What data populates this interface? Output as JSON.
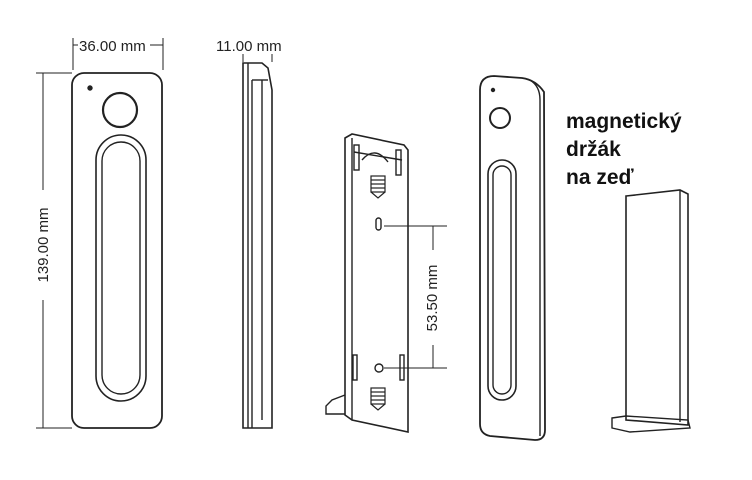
{
  "dimensions": {
    "width": "36.00 mm",
    "height": "139.00 mm",
    "depth": "11.00 mm",
    "mount_hole_spacing": "53.50 mm"
  },
  "label": {
    "line1": "magnetický",
    "line2": "držák",
    "line3": "na zeď"
  },
  "colors": {
    "stroke": "#222222",
    "background": "#ffffff"
  }
}
